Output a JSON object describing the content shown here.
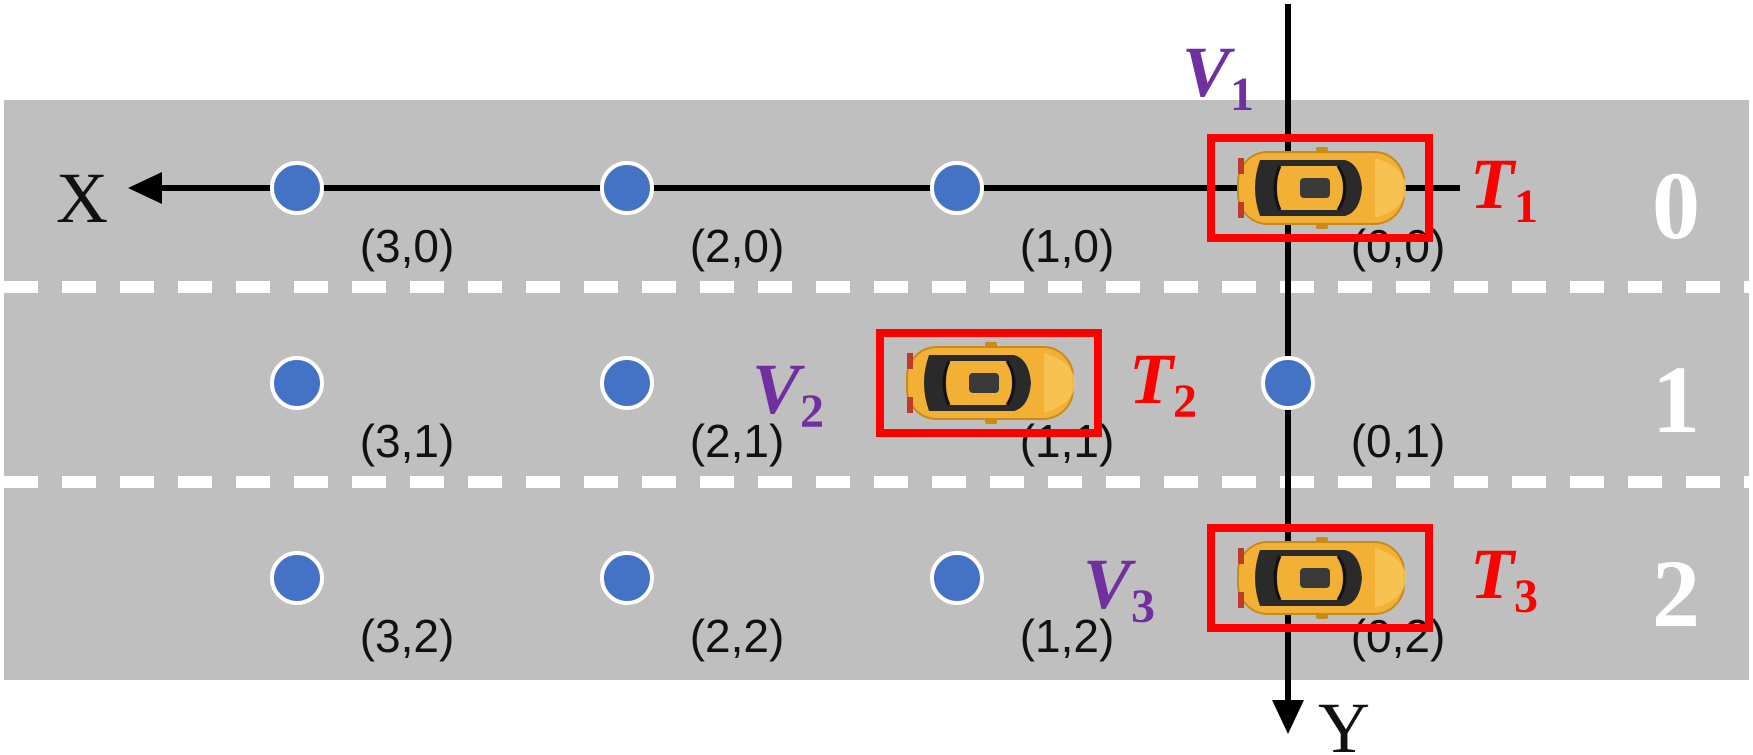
{
  "axes": {
    "x_label": "X",
    "y_label": "Y"
  },
  "lanes": [
    {
      "number": "0"
    },
    {
      "number": "1"
    },
    {
      "number": "2"
    }
  ],
  "nodes": [
    {
      "label": "(3,0)",
      "col": 3,
      "row": 0,
      "dot": true
    },
    {
      "label": "(2,0)",
      "col": 2,
      "row": 0,
      "dot": true
    },
    {
      "label": "(1,0)",
      "col": 1,
      "row": 0,
      "dot": true
    },
    {
      "label": "(0,0)",
      "col": 0,
      "row": 0,
      "dot": false
    },
    {
      "label": "(3,1)",
      "col": 3,
      "row": 1,
      "dot": true
    },
    {
      "label": "(2,1)",
      "col": 2,
      "row": 1,
      "dot": true
    },
    {
      "label": "(1,1)",
      "col": 1,
      "row": 1,
      "dot": false
    },
    {
      "label": "(0,1)",
      "col": 0,
      "row": 1,
      "dot": true
    },
    {
      "label": "(3,2)",
      "col": 3,
      "row": 2,
      "dot": true
    },
    {
      "label": "(2,2)",
      "col": 2,
      "row": 2,
      "dot": true
    },
    {
      "label": "(1,2)",
      "col": 1,
      "row": 2,
      "dot": true
    },
    {
      "label": "(0,2)",
      "col": 0,
      "row": 2,
      "dot": false
    }
  ],
  "vehicles": [
    {
      "v_letter": "V",
      "v_sub": "1",
      "t_letter": "T",
      "t_sub": "1",
      "col": 0,
      "row": 0
    },
    {
      "v_letter": "V",
      "v_sub": "2",
      "t_letter": "T",
      "t_sub": "2",
      "col": 1,
      "row": 1
    },
    {
      "v_letter": "V",
      "v_sub": "3",
      "t_letter": "T",
      "t_sub": "3",
      "col": 0,
      "row": 2
    }
  ],
  "colors": {
    "road": "#bfbfbf",
    "lane_marking": "#ffffff",
    "node": "#4472c4",
    "vehicle_label": "#7030a0",
    "target_label": "#ff0000",
    "target_box": "#ff0000",
    "car_body": "#f2b134"
  }
}
